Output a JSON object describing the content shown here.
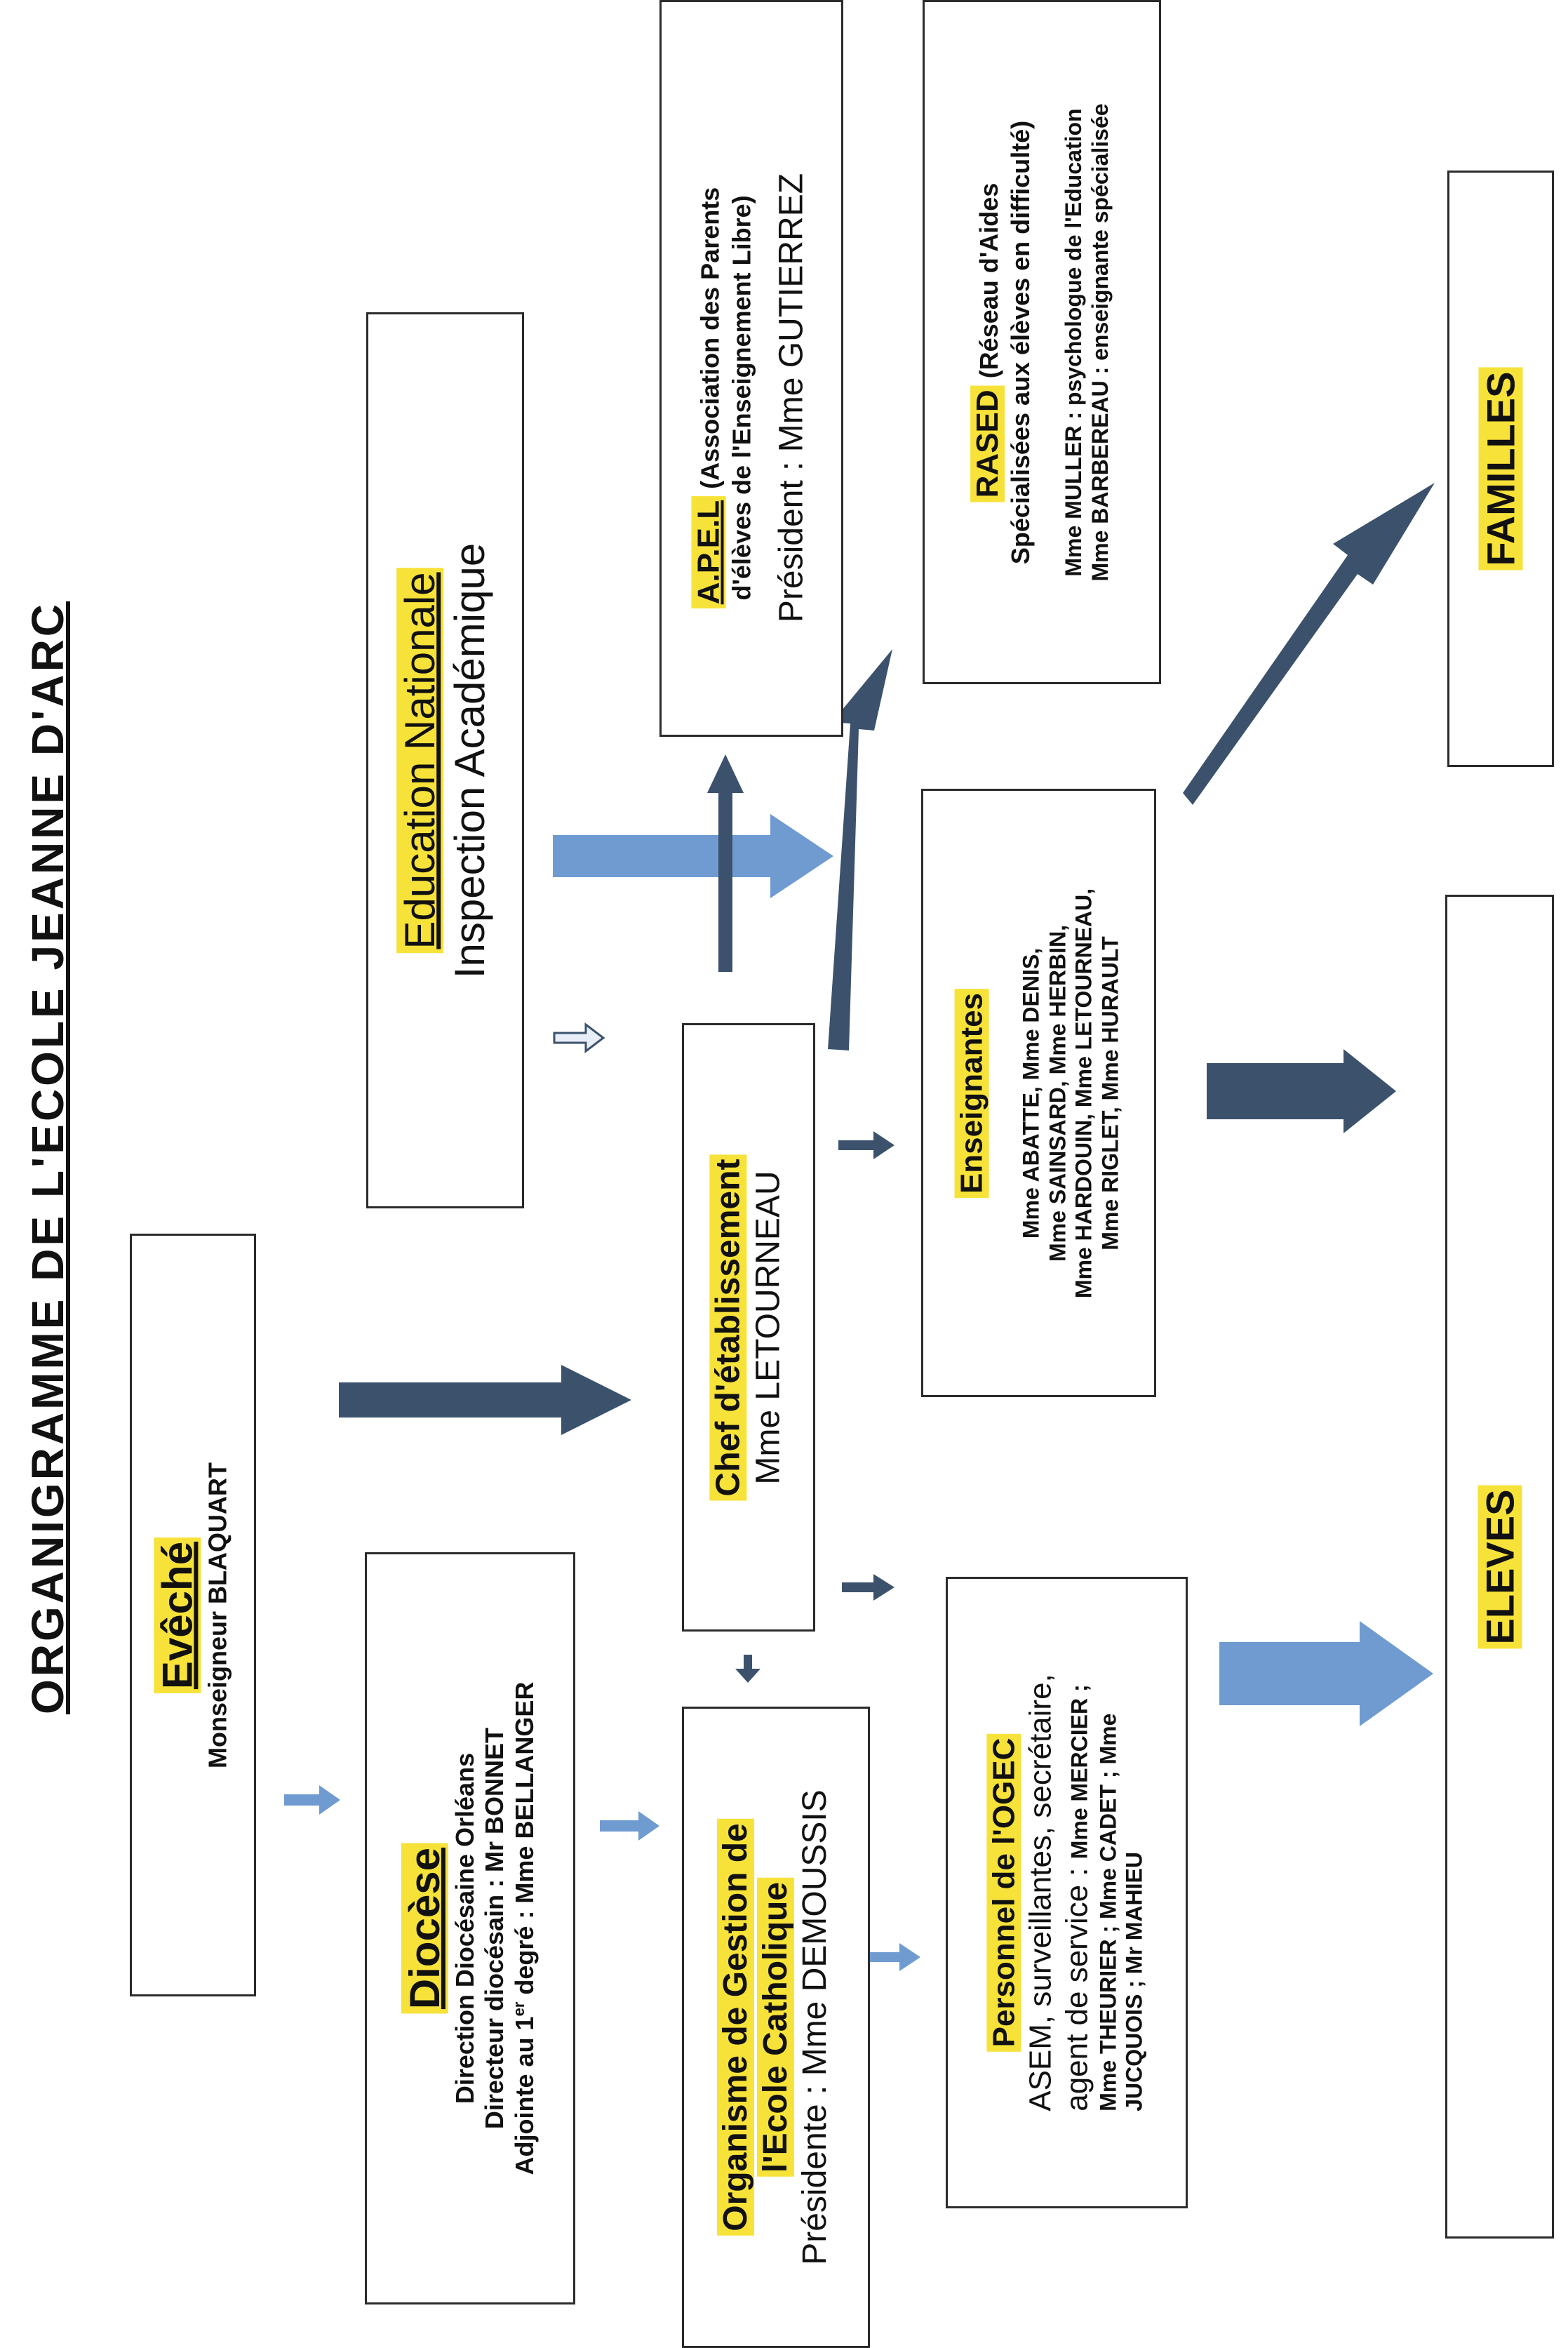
{
  "title": "ORGANIGRAMME DE L'ECOLE JEANNE D'ARC",
  "colors": {
    "highlight": "#f7e23a",
    "arrow_dark": "#3c526c",
    "arrow_light": "#6f9bd1",
    "border": "#2b2b2b"
  },
  "eveche": {
    "name": "Evêché",
    "person": "Monseigneur BLAQUART"
  },
  "diocese": {
    "name": "Diocèse",
    "line1": "Direction Diocésaine Orléans",
    "line2": "Directeur diocésain : Mr BONNET",
    "line3_pre": "Adjointe au 1",
    "line3_sup": "er",
    "line3_post": " degré : Mme BELLANGER"
  },
  "education": {
    "name": "Education Nationale",
    "sub": "Inspection Académique"
  },
  "chef": {
    "name": "Chef d'établissement",
    "person": "Mme LETOURNEAU"
  },
  "ogec": {
    "name_line1": "Organisme de Gestion de",
    "name_line2": "l'Ecole Catholique",
    "president": "Présidente : Mme DEMOUSSIS"
  },
  "apel": {
    "acronym": "A.P.E.L",
    "desc1": " (Association des Parents",
    "desc2": "d'élèves de l'Enseignement Libre)",
    "president": "Président : Mme GUTIERREZ"
  },
  "rased": {
    "acronym": "RASED",
    "desc1": " (Réseau d'Aides",
    "desc2": "Spécialisées aux élèves en difficulté)",
    "member1": "Mme MULLER : psychologue de l'Education",
    "member2": "Mme BARBEREAU : enseignante spécialisée"
  },
  "enseignantes": {
    "name": "Enseignantes",
    "line1": "Mme ABATTE, Mme DENIS,",
    "line2": "Mme SAINSARD, Mme HERBIN,",
    "line3": "Mme HARDOUIN, Mme LETOURNEAU,",
    "line4": "Mme RIGLET, Mme HURAULT"
  },
  "personnel": {
    "name": "Personnel de l'OGEC",
    "line1": "ASEM, surveillantes, secrétaire,",
    "line2_pre": "agent de service : ",
    "line2_post": "Mme MERCIER ;",
    "line3": "Mme THEURIER ; Mme CADET ; Mme",
    "line4": "JUCQUOIS ; Mr MAHIEU"
  },
  "eleves": {
    "name": "ELEVES"
  },
  "familles": {
    "name": "FAMILLES"
  }
}
